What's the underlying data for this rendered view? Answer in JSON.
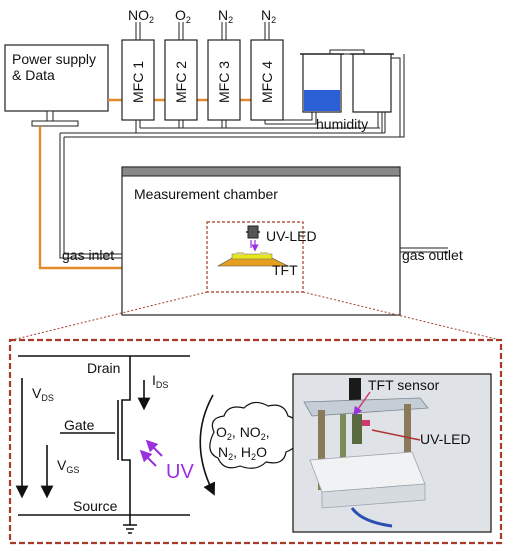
{
  "power_supply": {
    "line1": "Power supply",
    "line2": "& Data"
  },
  "mfcs": [
    {
      "label": "MFC 1",
      "gas_base": "NO",
      "gas_sub": "2"
    },
    {
      "label": "MFC 2",
      "gas_base": "O",
      "gas_sub": "2"
    },
    {
      "label": "MFC 3",
      "gas_base": "N",
      "gas_sub": "2"
    },
    {
      "label": "MFC 4",
      "gas_base": "N",
      "gas_sub": "2"
    }
  ],
  "humidity_label": "humidity",
  "chamber": {
    "title": "Measurement chamber",
    "gas_inlet": "gas inlet",
    "gas_outlet": "gas outlet",
    "uv_led": "UV-LED",
    "tft": "TFT"
  },
  "circuit": {
    "drain": "Drain",
    "gate": "Gate",
    "source": "Source",
    "ids_main": "I",
    "ids_sub": "DS",
    "vds_main": "V",
    "vds_sub": "DS",
    "vgs_main": "V",
    "vgs_sub": "GS",
    "uv": "UV"
  },
  "gases": {
    "o2": {
      "base": "O",
      "sub": "2"
    },
    "no2": {
      "base": "NO",
      "sub": "2"
    },
    "n2": {
      "base": "N",
      "sub": "2"
    },
    "h2o": {
      "base": "H",
      "sub": "2",
      "tail": "O"
    }
  },
  "photo": {
    "tft_sensor": "TFT sensor",
    "uv_led": "UV-LED"
  },
  "colors": {
    "wire_orange": "#e38b2c",
    "uv_purple": "#9b30e0",
    "dashed_red": "#a83a2a",
    "water_blue": "#2a5fd6",
    "tft_yellow": "#e6e61a"
  }
}
